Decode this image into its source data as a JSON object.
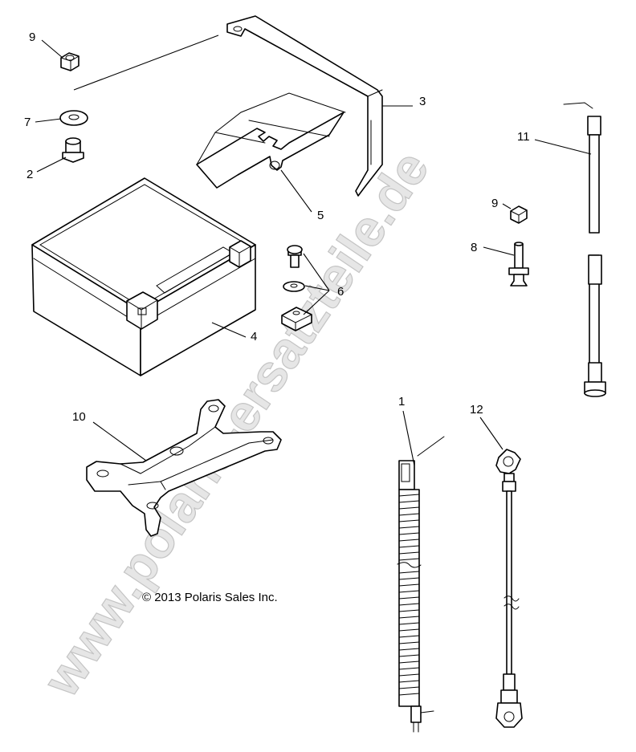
{
  "watermark": "www.polaris-ersatzteile.de",
  "copyright": "© 2013 Polaris Sales Inc.",
  "callouts": {
    "c1": "1",
    "c2": "2",
    "c3": "3",
    "c4": "4",
    "c5": "5",
    "c6": "6",
    "c7": "7",
    "c8": "8",
    "c9a": "9",
    "c9b": "9",
    "c10": "10",
    "c11": "11",
    "c12": "12"
  }
}
